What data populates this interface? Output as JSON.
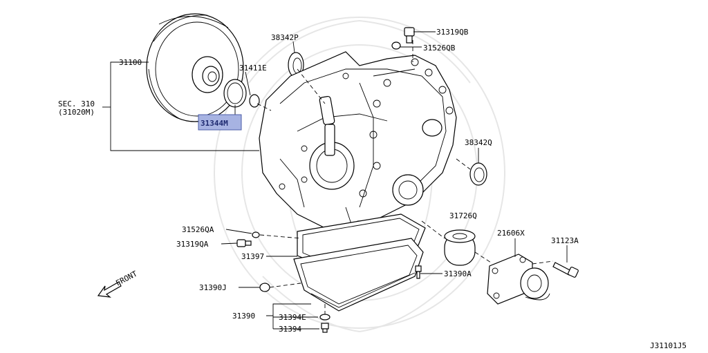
{
  "labels": {
    "l31100": "31100",
    "sec310": "SEC. 310",
    "sec310ref": "(31020M)",
    "l31344M": "31344M",
    "l31411E": "31411E",
    "l38342P": "38342P",
    "l31319QB": "31319QB",
    "l31526QB": "31526QB",
    "l38342Q": "38342Q",
    "l31526QA": "31526QA",
    "l31319QA": "31319QA",
    "l31397": "31397",
    "l31390J": "31390J",
    "l31390": "31390",
    "l31394E": "31394E",
    "l31394": "31394",
    "l31390A": "31390A",
    "l31726Q": "31726Q",
    "l21606X": "21606X",
    "l31123A": "31123A",
    "front": "FRONT",
    "diagram_id": "J31101J5"
  },
  "highlight": {
    "part": "31344M",
    "color": "#a7b3e2"
  },
  "icons": [
    "front-arrow-icon"
  ]
}
